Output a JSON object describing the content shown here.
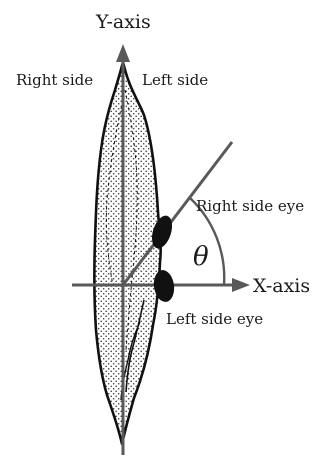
{
  "labels": {
    "y_axis": "Y-axis",
    "x_axis": "X-axis",
    "right_side": "Right side",
    "left_side": "Left side",
    "right_side_eye": "Right side eye",
    "left_side_eye": "Left side eye",
    "angle": "θ"
  },
  "colors": {
    "axis": "#595959",
    "outline": "#111111",
    "eye": "#111111",
    "stipple": "#333333",
    "text": "#1a1a1a"
  }
}
